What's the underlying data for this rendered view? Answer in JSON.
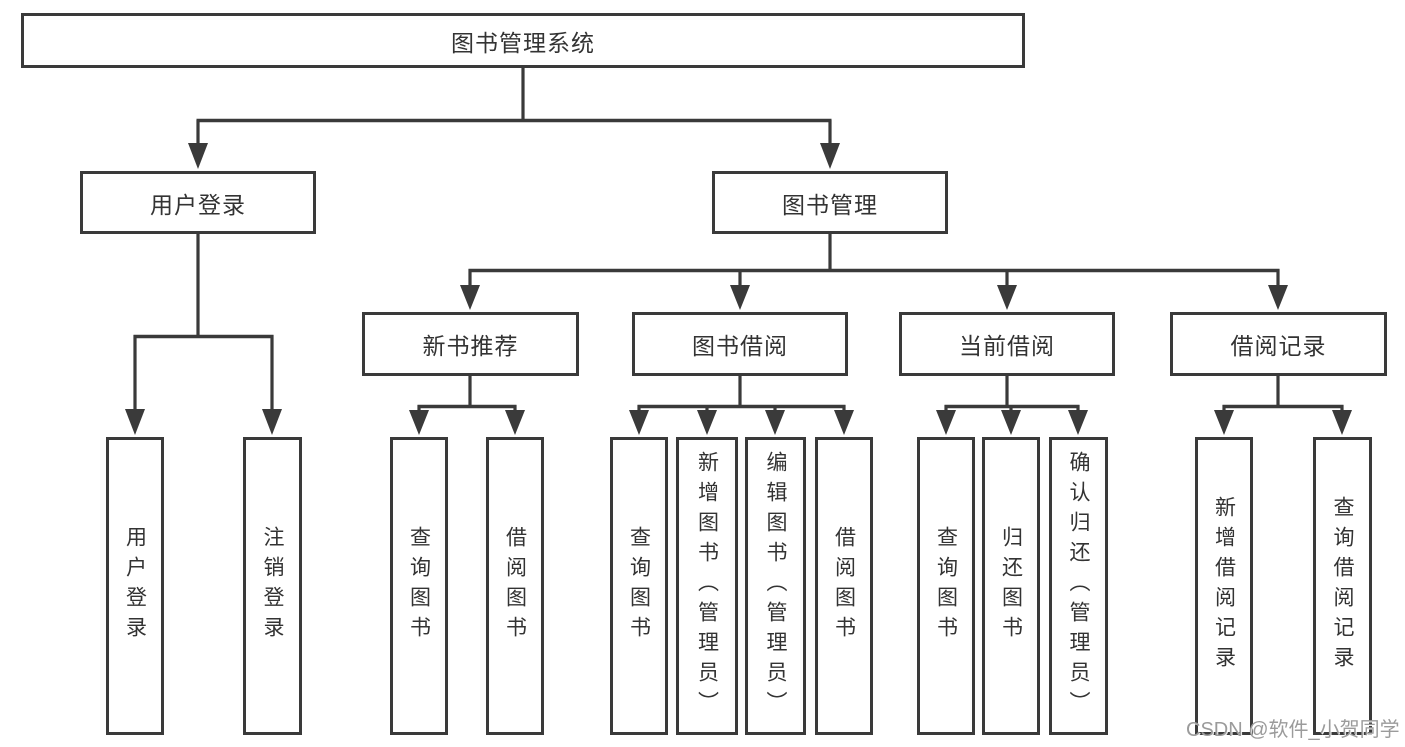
{
  "colors": {
    "background": "#ffffff",
    "line": "#3a3a3a",
    "box_border": "#3a3a3a",
    "text": "#333333",
    "watermark_text": "#9b9b9b"
  },
  "watermark": {
    "text": "CSDN @软件_小贺同学"
  },
  "tree": {
    "root": {
      "label": "图书管理系统"
    },
    "branches": [
      {
        "label": "用户登录",
        "children": [
          {
            "label": "用户登录"
          },
          {
            "label": "注销登录"
          }
        ]
      },
      {
        "label": "图书管理",
        "children": [
          {
            "label": "新书推荐",
            "children": [
              {
                "label": "查询图书"
              },
              {
                "label": "借阅图书"
              }
            ]
          },
          {
            "label": "图书借阅",
            "children": [
              {
                "label": "查询图书"
              },
              {
                "label": "新增图书（管理员）"
              },
              {
                "label": "编辑图书（管理员）"
              },
              {
                "label": "借阅图书"
              }
            ]
          },
          {
            "label": "当前借阅",
            "children": [
              {
                "label": "查询图书"
              },
              {
                "label": "归还图书"
              },
              {
                "label": "确认归还（管理员）"
              }
            ]
          },
          {
            "label": "借阅记录",
            "children": [
              {
                "label": "新增借阅记录"
              },
              {
                "label": "查询借阅记录"
              }
            ]
          }
        ]
      }
    ]
  }
}
